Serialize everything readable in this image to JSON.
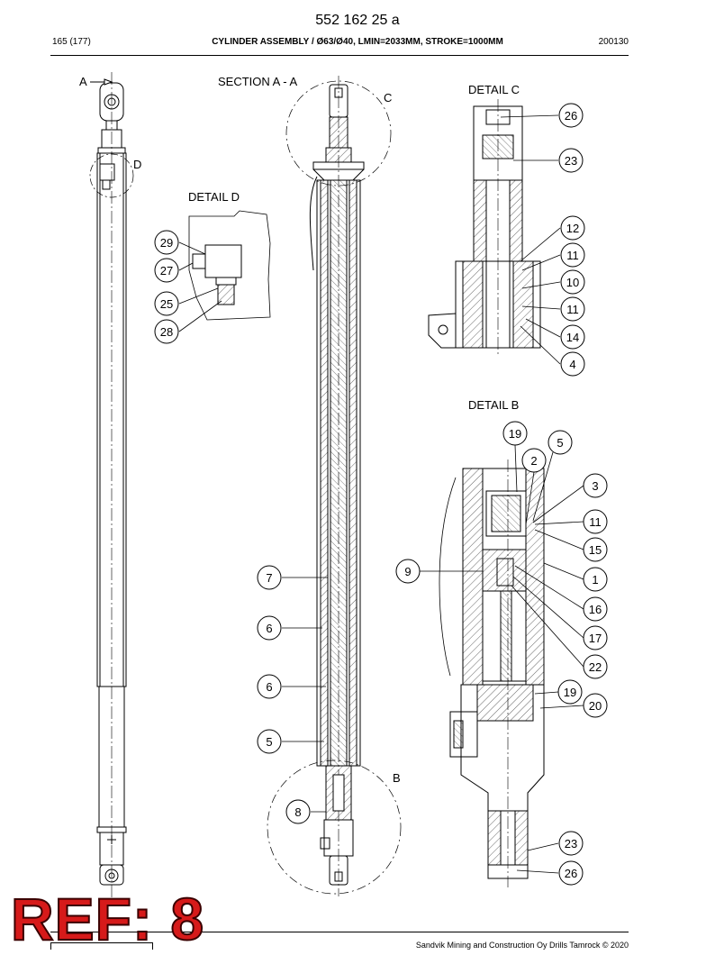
{
  "header": {
    "doc_number": "552 162 25 a",
    "page": "165 (177)",
    "title": "CYLINDER ASSEMBLY / Ø63/Ø40, LMIN=2033MM, STROKE=1000MM",
    "date": "200130"
  },
  "footer": {
    "copyright": "Sandvik Mining and Construction Oy Drills Tamrock © 2020",
    "stamp": "REF: 8"
  },
  "labels": {
    "section_aa": "SECTION A - A",
    "detail_c": "DETAIL C",
    "detail_d": "DETAIL D",
    "detail_b": "DETAIL B",
    "mark_a": "A",
    "mark_b": "B",
    "mark_c": "C",
    "mark_d": "D"
  },
  "callouts": {
    "d_29": "29",
    "d_27": "27",
    "d_25": "25",
    "d_28": "28",
    "c_26": "26",
    "c_23": "23",
    "c_12": "12",
    "c_11a": "11",
    "c_10": "10",
    "c_11b": "11",
    "c_14": "14",
    "c_4": "4",
    "s_7": "7",
    "s_6a": "6",
    "s_6b": "6",
    "s_5": "5",
    "s_8": "8",
    "b_19a": "19",
    "b_5": "5",
    "b_2": "2",
    "b_3": "3",
    "b_11": "11",
    "b_15": "15",
    "b_9": "9",
    "b_1": "1",
    "b_16": "16",
    "b_17": "17",
    "b_22": "22",
    "b_19b": "19",
    "b_20": "20",
    "b_23": "23",
    "b_26": "26"
  }
}
